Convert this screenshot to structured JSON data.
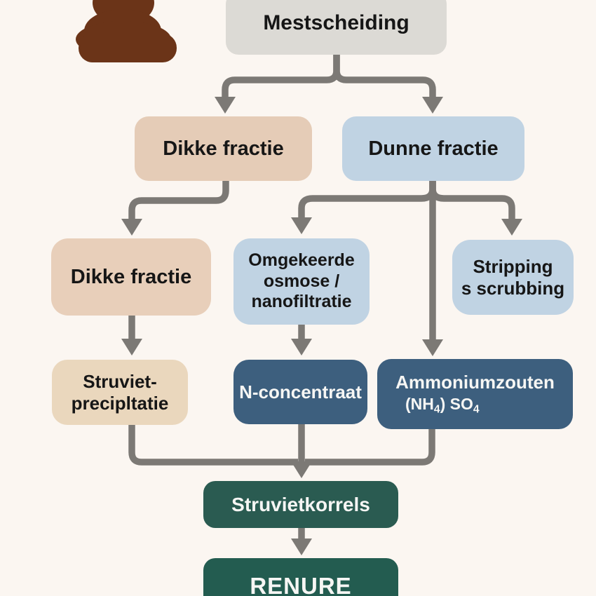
{
  "colors": {
    "background": "#FBF6F1",
    "arrow": "#7C7975",
    "poop_brown": "#6B3418",
    "gray_box": "#DCDAD5",
    "tan_box": "#E5CCB7",
    "tan_box_light": "#E8CFBA",
    "beige_box": "#EAD7BD",
    "light_blue_box": "#C0D3E3",
    "slate_blue_box": "#3D5F7E",
    "teal_box": "#2A5B51",
    "teal_box_dark": "#235C50",
    "text_dark": "#161616",
    "text_light": "#F6F6F4"
  },
  "icons": {
    "manure": "poop-icon"
  },
  "nodes": {
    "mestscheiding": {
      "label": "Mestscheiding"
    },
    "dikke_fractie_top": {
      "label": "Dikke fractie"
    },
    "dunne_fractie": {
      "label": "Dunne fractie"
    },
    "dikke_fractie_mid": {
      "label": "Dikke fractie"
    },
    "omgekeerde_osmose": {
      "line1": "Omgekeerde",
      "line2": "osmose /",
      "line3": "nanofiltratie"
    },
    "stripping_scrubbing": {
      "line1": "Stripping",
      "line2": "s scrubbing"
    },
    "struviet_precipitatie": {
      "line1": "Struviet-",
      "line2": "precipltatie"
    },
    "n_concentraat": {
      "label": "N-concentraat"
    },
    "ammoniumzouten": {
      "line1": "Ammoniumzouten",
      "line2_parts": [
        "(NH",
        "4",
        ") SO",
        "4"
      ]
    },
    "struvietkorrels": {
      "label": "Struvietkorrels"
    },
    "renure": {
      "label": "RENURE"
    }
  }
}
